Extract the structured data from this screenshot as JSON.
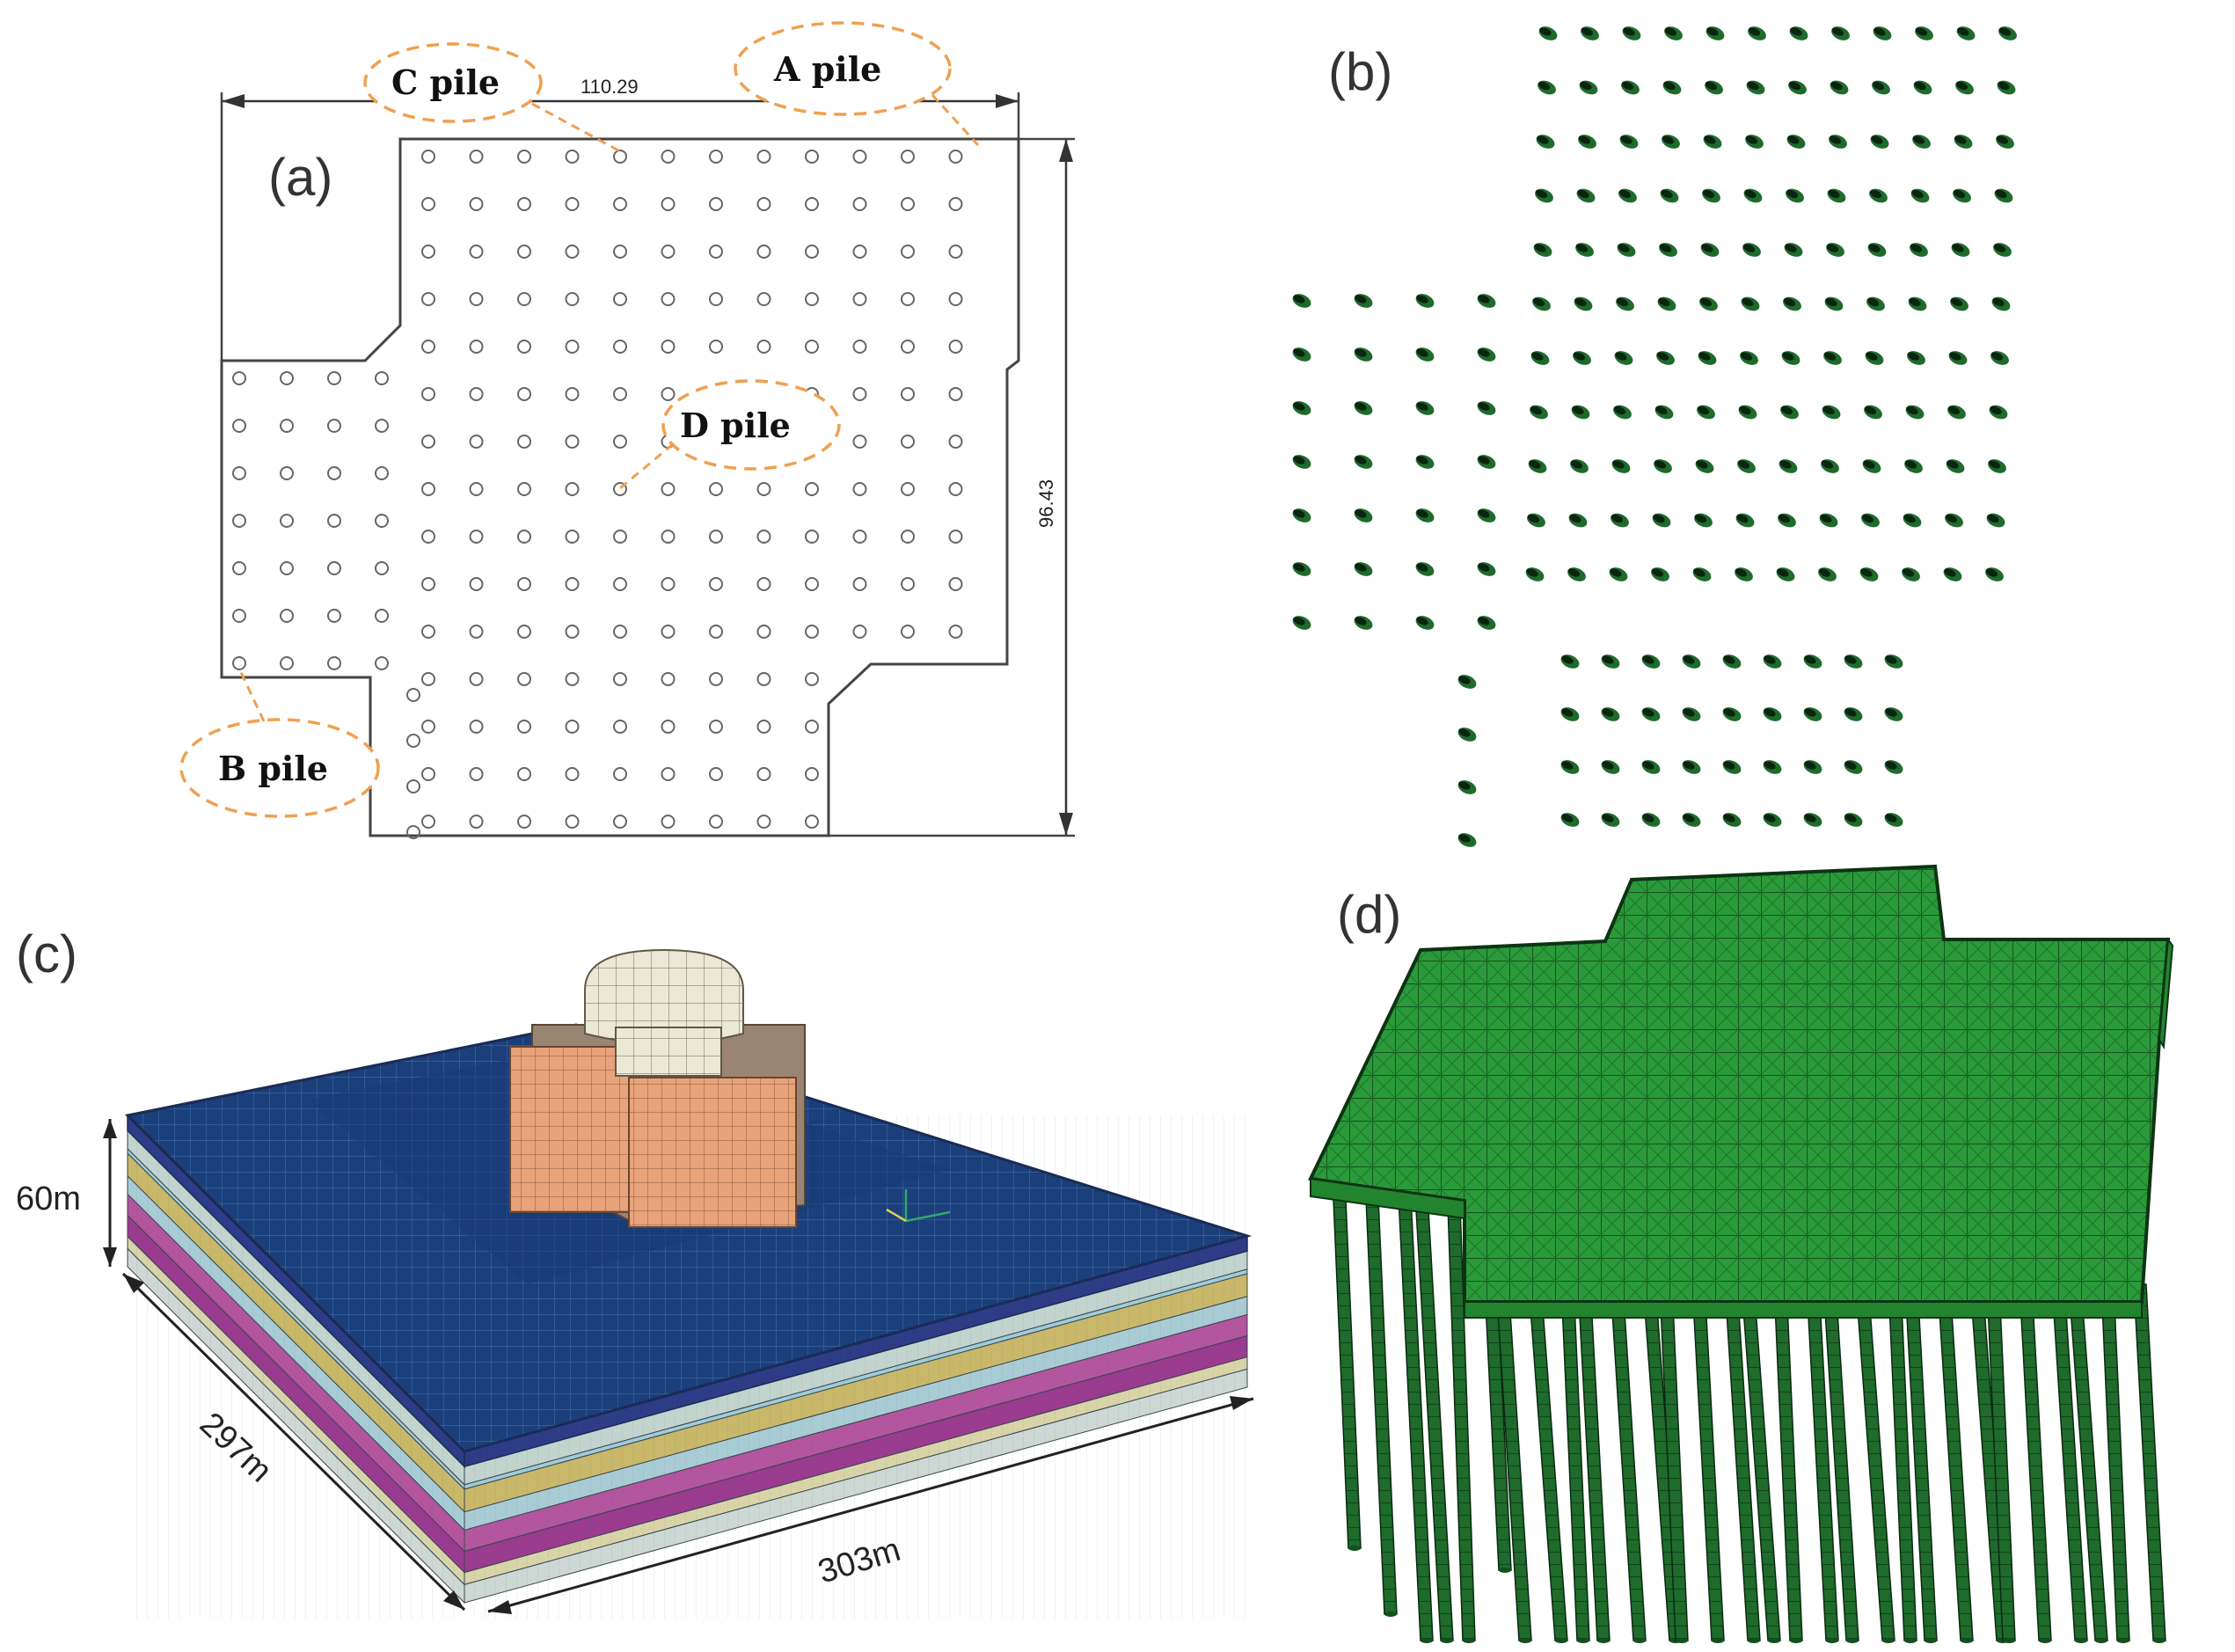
{
  "panels": {
    "a": {
      "label": "(a)",
      "dim_width": "110.29",
      "dim_height": "96.43",
      "callouts": [
        "C pile",
        "A pile",
        "D pile",
        "B pile"
      ]
    },
    "b": {
      "label": "(b)"
    },
    "c": {
      "label": "(c)",
      "dim_height": "60m",
      "dim_depth": "297m",
      "dim_length": "303m",
      "layer_colors": [
        "#c3d3ce",
        "#9fcdd9",
        "#c9b86a",
        "#a9ccd4",
        "#b4559f",
        "#9a3b8f",
        "#d9d4a8",
        "#cdd8d4"
      ]
    },
    "d": {
      "label": "(d)"
    }
  },
  "colors": {
    "callout_border": "#f0a050",
    "pile_green": "#1e6b2c",
    "cap_green": "#2a9a3a",
    "model_blue": "#1b3f7a",
    "building_orange": "#e8a37a",
    "dome": "#ece8d6"
  }
}
